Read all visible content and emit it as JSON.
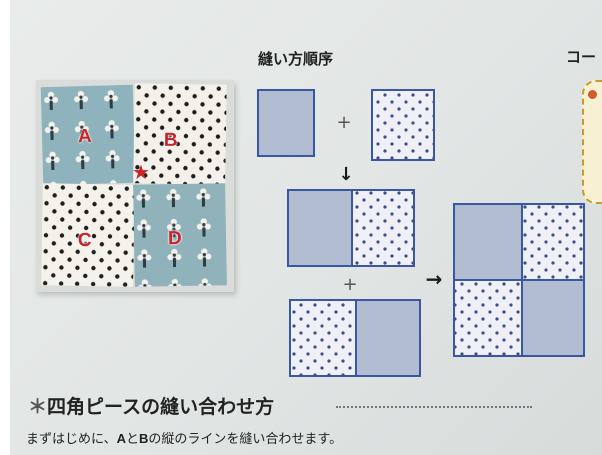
{
  "diagram": {
    "title": "縫い方順序",
    "plus_symbol": "+",
    "down_arrow": "↓",
    "right_arrow": "→"
  },
  "photo": {
    "patch_labels": [
      "A",
      "B",
      "C",
      "D"
    ],
    "star_symbol": "★"
  },
  "corner_label": "コー",
  "section": {
    "heading_prefix": "＊",
    "heading": "四角ピースの縫い合わせ方",
    "instruction_before": "まずはじめに、",
    "instruction_a": "A",
    "instruction_to": "と",
    "instruction_b": "B",
    "instruction_after": "の縦のラインを縫い合わせます。"
  },
  "colors": {
    "plain_fabric": "#b3bdd2",
    "dot_fabric": "#eef0f6",
    "outline": "#3a57a6",
    "dot": "#3f4d86",
    "photo_blue": "#8fb3bd",
    "label_red": "#c8242a"
  }
}
